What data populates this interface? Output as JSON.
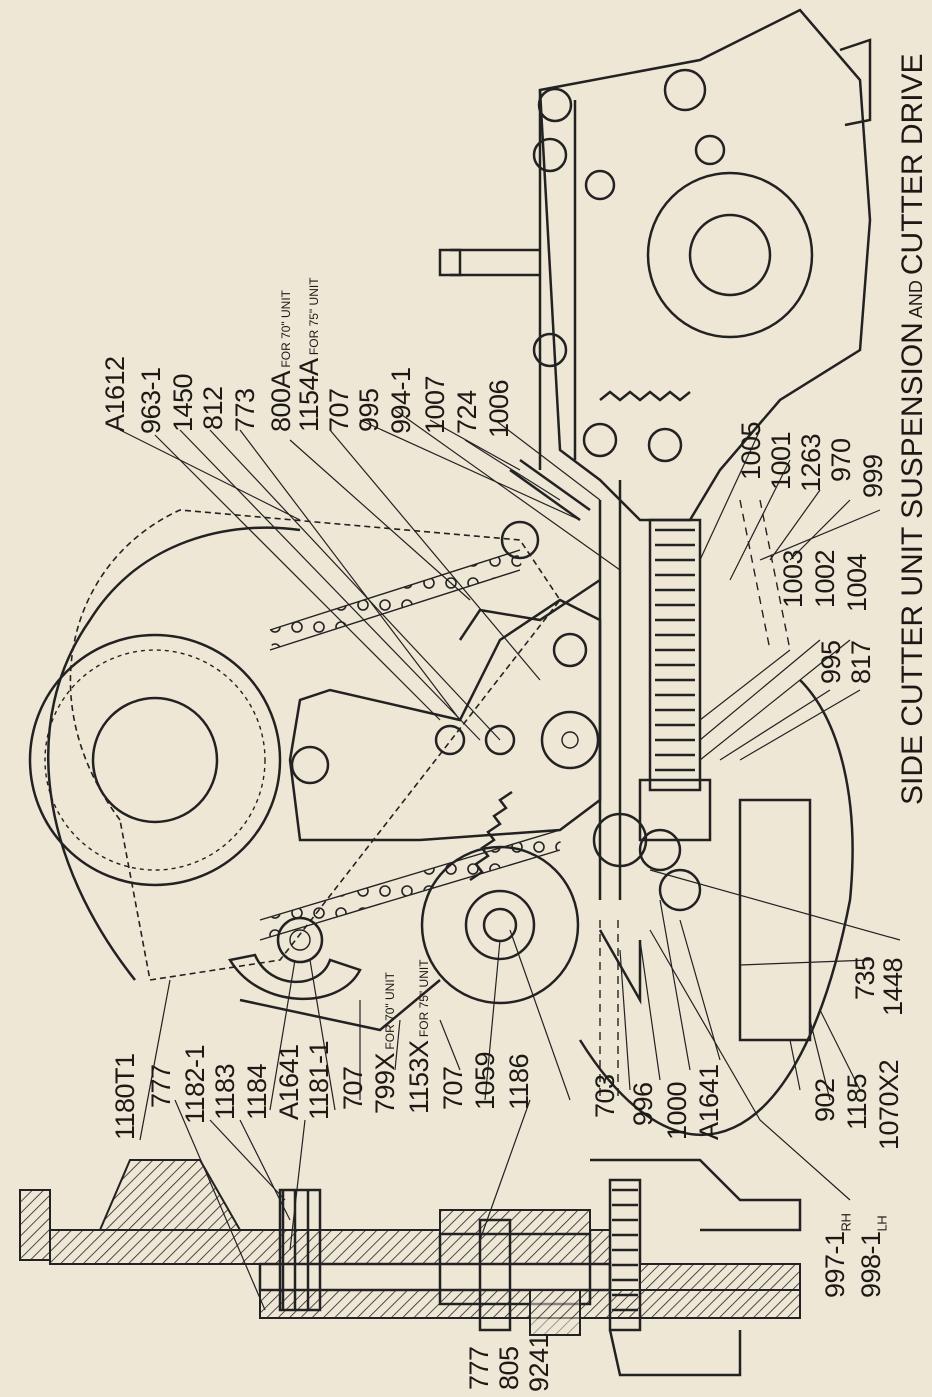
{
  "title": {
    "part1": "SIDE CUTTER UNIT SUSPENSION",
    "and": "AND",
    "part2": "CUTTER DRIVE"
  },
  "labels": {
    "a1612": "A1612",
    "p963_1": "963-1",
    "p1450": "1450",
    "p812": "812",
    "p773": "773",
    "p800a": "800A",
    "p800a_note": "FOR 70\" UNIT",
    "p1154a": "1154A",
    "p1154a_note": "FOR 75\" UNIT",
    "p707_top": "707",
    "p995_top": "995",
    "p994_1": "994-1",
    "p1007": "1007",
    "p724": "724",
    "p1006": "1006",
    "p1005": "1005",
    "p1001": "1001",
    "p1263": "1263",
    "p970": "970",
    "p999": "999",
    "p1003": "1003",
    "p1002": "1002",
    "p1004": "1004",
    "p995_mid": "995",
    "p817": "817",
    "p735": "735",
    "p1448": "1448",
    "p1180t1": "1180T1",
    "p777_top": "777",
    "p1182_1": "1182-1",
    "p1183": "1183",
    "p1184": "1184",
    "a1641_left": "A1641",
    "p1181_1": "1181-1",
    "p707_a": "707",
    "p799x": "799X",
    "p799x_note": "FOR 70\" UNIT",
    "p1153x": "1153X",
    "p1153x_note": "FOR 75\" UNIT",
    "p707_b": "707",
    "p1059": "1059",
    "p1186": "1186",
    "p703": "703",
    "p996": "996",
    "p1000": "1000",
    "a1641_right": "A1641",
    "p902": "902",
    "p1185": "1185",
    "p1070x2": "1070X2",
    "p997_1": "997-1",
    "p997_1_sub": "RH",
    "p998_1": "998-1",
    "p998_1_sub": "LH",
    "p777_bottom": "777",
    "p805": "805",
    "p9241": "9241"
  }
}
